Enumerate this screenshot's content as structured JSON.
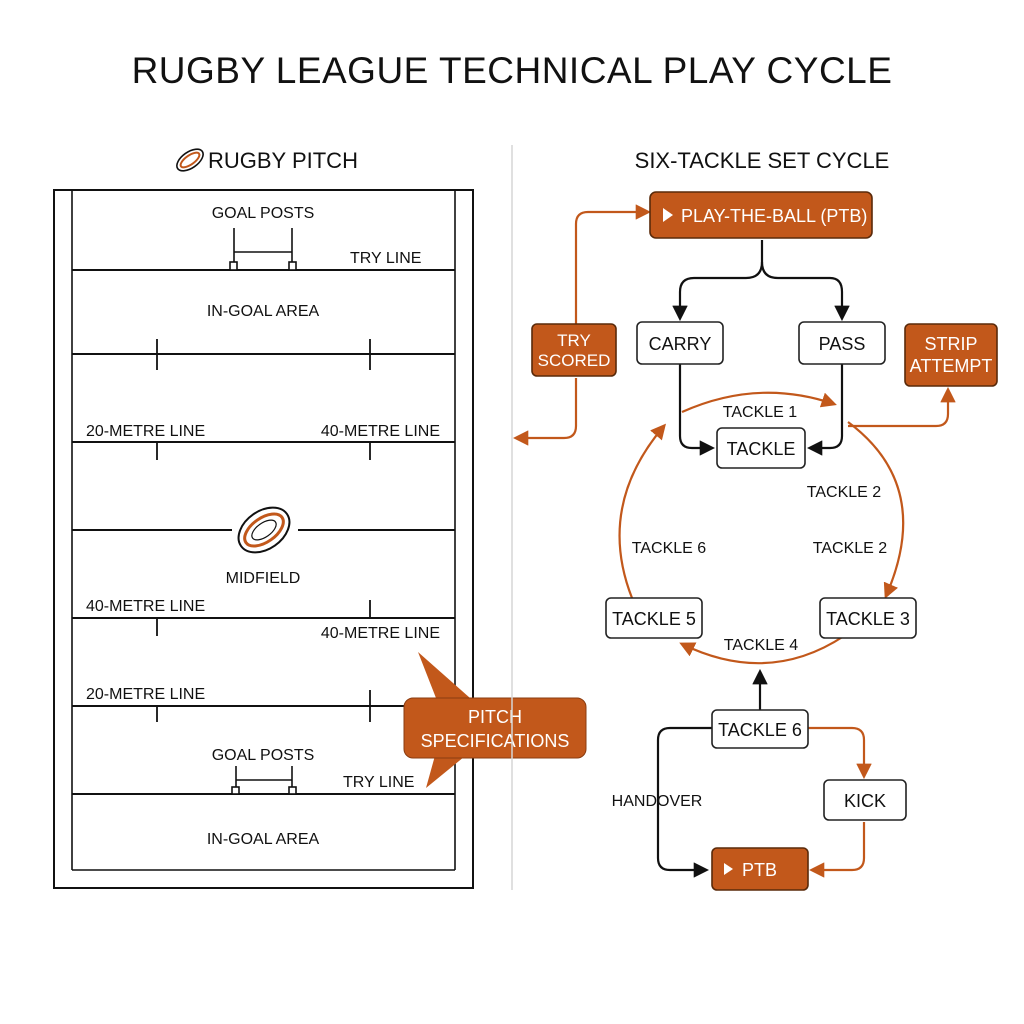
{
  "title": "RUGBY LEAGUE TECHNICAL PLAY CYCLE",
  "colors": {
    "accent": "#c2581b",
    "line": "#111111",
    "box_border": "#222222"
  },
  "pitch": {
    "heading": "RUGBY PITCH",
    "heading_icon": "rugby-ball-icon",
    "labels": {
      "goal_posts_top": "GOAL POSTS",
      "try_line_top": "TRY LINE",
      "in_goal_top": "IN-GOAL AREA",
      "twenty_left_top": "20-METRE LINE",
      "forty_right_top": "40-METRE LINE",
      "midfield": "MIDFIELD",
      "forty_left_bottom": "40-METRE LINE",
      "forty_right_bottom": "40-METRE LINE",
      "twenty_left_bottom": "20-METRE LINE",
      "goal_posts_bottom": "GOAL POSTS",
      "try_line_bottom": "TRY LINE",
      "in_goal_bottom": "IN-GOAL AREA"
    },
    "callout": {
      "line1": "PITCH",
      "line2": "SPECIFICATIONS"
    }
  },
  "cycle": {
    "heading": "SIX-TACKLE SET CYCLE",
    "play_the_ball": "PLAY-THE-BALL (PTB)",
    "try_scored": {
      "line1": "TRY",
      "line2": "SCORED"
    },
    "carry": "CARRY",
    "pass": "PASS",
    "strip_attempt": {
      "line1": "STRIP",
      "line2": "ATTEMPT"
    },
    "tackle": "TACKLE",
    "arc_labels": {
      "tackle_1": "TACKLE 1",
      "tackle_2_upper": "TACKLE 2",
      "tackle_2_lower": "TACKLE 2",
      "tackle_6_left": "TACKLE 6",
      "tackle_4": "TACKLE 4"
    },
    "tackle_3": "TACKLE 3",
    "tackle_5": "TACKLE 5",
    "tackle_6_box": "TACKLE 6",
    "handover": "HANDOVER",
    "kick": "KICK",
    "ptb": "PTB"
  }
}
